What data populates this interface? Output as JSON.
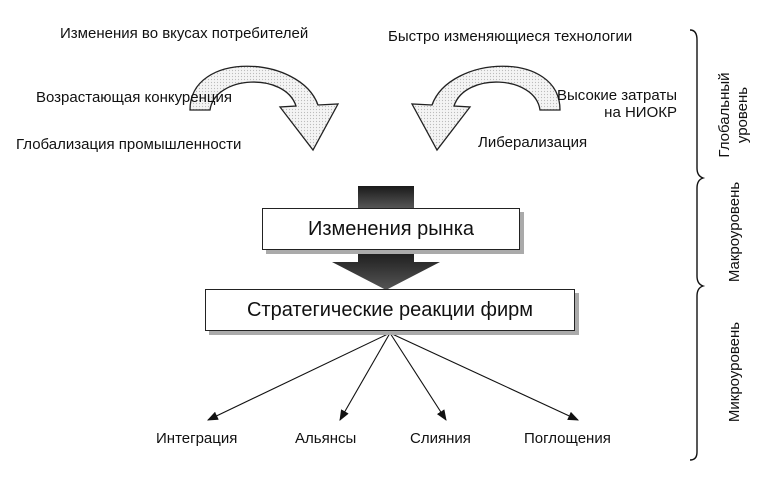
{
  "global_factors_left": [
    "Изменения во вкусах потребителей",
    "Возрастающая конкуренция",
    "Глобализация промышленности"
  ],
  "global_factors_right": {
    "tech": "Быстро изменяющиеся технологии",
    "rnd_line1": "Высокие затраты",
    "rnd_line2": "на НИОКР",
    "liberal": "Либерализация"
  },
  "market_change": "Изменения рынка",
  "strategic_reactions": "Стратегические реакции фирм",
  "outcomes": [
    "Интеграция",
    "Альянсы",
    "Слияния",
    "Поглощения"
  ],
  "levels": {
    "global_line1": "Глобальный",
    "global_line2": "уровень",
    "macro": "Макроуровень",
    "micro": "Микроуровень"
  }
}
